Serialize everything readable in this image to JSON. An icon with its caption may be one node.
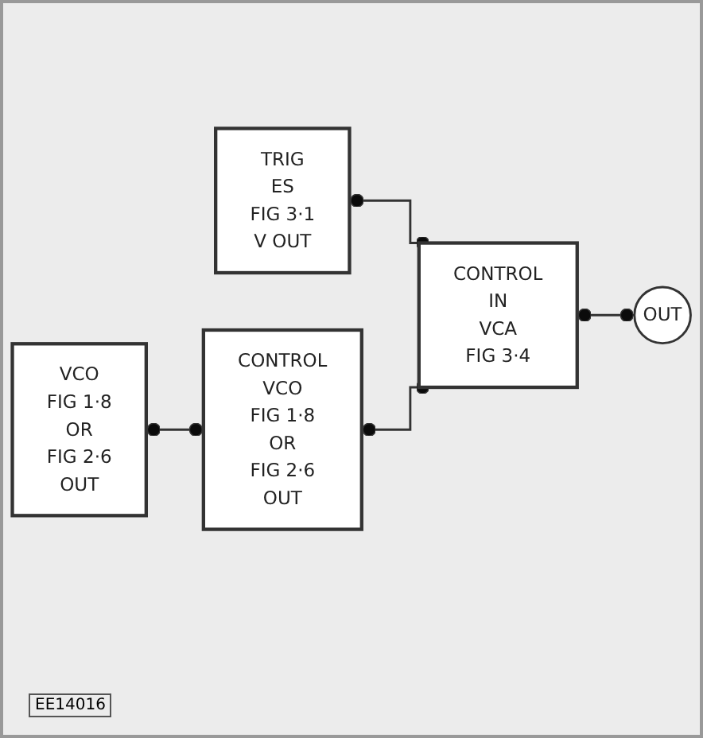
{
  "diagram": {
    "nodes": [
      {
        "text": [
          "TRIG",
          "ES",
          "FIG 3·1",
          "V OUT"
        ]
      },
      {
        "text": [
          "CONTROL",
          "IN",
          "VCA",
          "FIG 3·4"
        ]
      },
      {
        "text": [
          "OUT"
        ]
      },
      {
        "text": [
          "VCO",
          "FIG 1·8",
          "OR",
          "FIG 2·6",
          "OUT"
        ]
      },
      {
        "text": [
          "CONTROL",
          "VCO",
          "FIG 1·8",
          "OR",
          "FIG 2·6",
          "OUT"
        ]
      }
    ],
    "edges": [
      {
        "from": 0,
        "to": 1,
        "arrow": "other"
      },
      {
        "from": 1,
        "to": 2,
        "arrow": "other"
      },
      {
        "from": 3,
        "to": 4,
        "arrow": "other"
      },
      {
        "from": 4,
        "to": 1,
        "arrow": "other"
      }
    ],
    "labels": [
      "EE14016"
    ]
  }
}
